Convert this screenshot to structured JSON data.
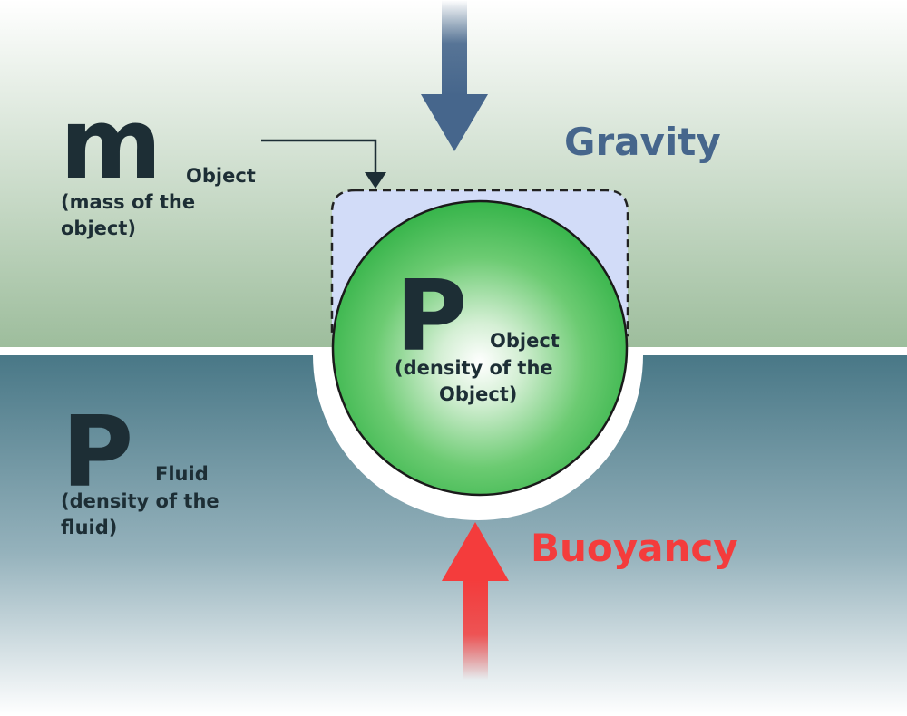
{
  "mass_label": {
    "symbol": "m",
    "subscript": "Object",
    "description_line1": "(mass of the",
    "description_line2": "object)"
  },
  "object_density": {
    "symbol": "P",
    "subscript": "Object",
    "description_line1": "(density of the",
    "description_line2": "Object)"
  },
  "fluid_density": {
    "symbol": "P",
    "subscript": "Fluid",
    "description_line1": "(density of the",
    "description_line2": "fluid)"
  },
  "forces": {
    "gravity": "Gravity",
    "buoyancy": "Buoyancy"
  },
  "colors": {
    "gravity": "#46668c",
    "buoyancy": "#f43c3c",
    "ball": "#36b44a",
    "fluid": "#4a7a88",
    "air": "#9fbf9f",
    "displaced_volume": "#d2dcf8",
    "text": "#1d2e35"
  }
}
